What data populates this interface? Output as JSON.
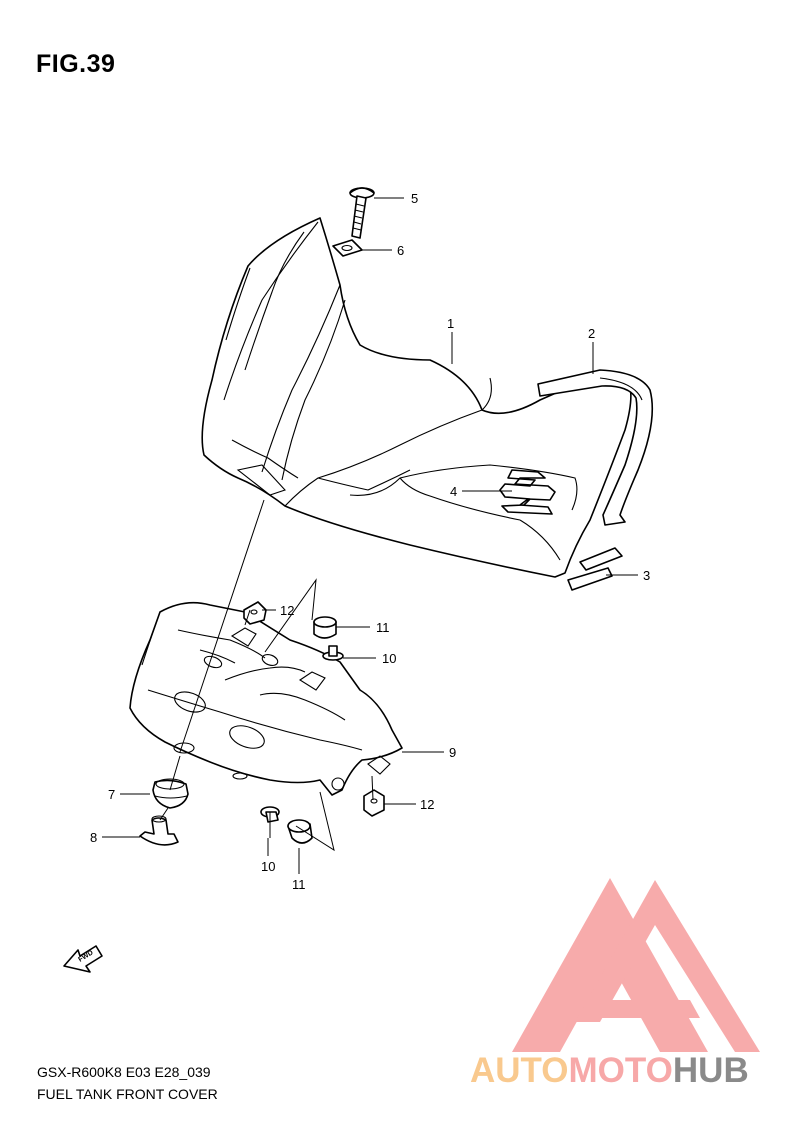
{
  "figure": {
    "title": "FIG.39",
    "model_code": "GSX-R600K8 E03 E28_039",
    "caption": "FUEL TANK FRONT COVER",
    "fwd_label": "FWD"
  },
  "callouts": [
    {
      "id": "c1",
      "label": "1"
    },
    {
      "id": "c2",
      "label": "2"
    },
    {
      "id": "c3",
      "label": "3"
    },
    {
      "id": "c4",
      "label": "4"
    },
    {
      "id": "c5",
      "label": "5"
    },
    {
      "id": "c6",
      "label": "6"
    },
    {
      "id": "c7",
      "label": "7"
    },
    {
      "id": "c8",
      "label": "8"
    },
    {
      "id": "c9",
      "label": "9"
    },
    {
      "id": "c10a",
      "label": "10"
    },
    {
      "id": "c10b",
      "label": "10"
    },
    {
      "id": "c11a",
      "label": "11"
    },
    {
      "id": "c11b",
      "label": "11"
    },
    {
      "id": "c12a",
      "label": "12"
    },
    {
      "id": "c12b",
      "label": "12"
    }
  ],
  "watermark": {
    "part1": "AUTO",
    "part2": "MOTO",
    "part3": "HUB",
    "color_auto": "#f9c98e",
    "color_moto": "#f7a8a8",
    "color_hub": "#8a8a8a",
    "logo_color": "#f79a9a"
  }
}
